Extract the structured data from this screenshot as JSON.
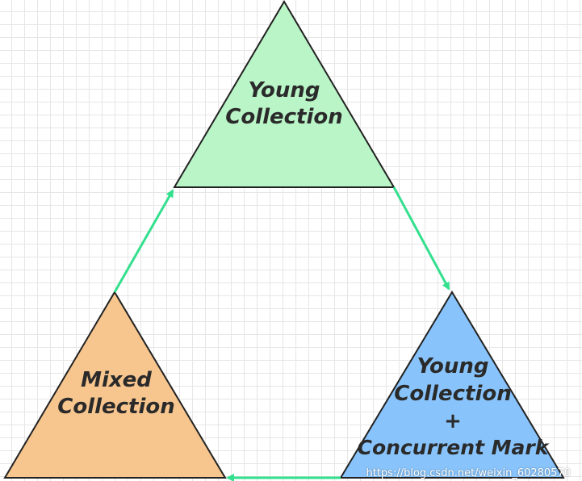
{
  "nodes": {
    "young": {
      "lines": [
        "Young",
        "Collection"
      ],
      "fill": "#baf5c7"
    },
    "young_concurrent": {
      "lines": [
        "Young",
        "Collection",
        "+",
        "Concurrent Mark"
      ],
      "fill": "#88c4fb"
    },
    "mixed": {
      "lines": [
        "Mixed",
        "Collection"
      ],
      "fill": "#f7c58e"
    }
  },
  "colors": {
    "arrow": "#33e08e",
    "outline": "#222222",
    "grid": "#e6e6e6"
  },
  "watermark": "https://blog.csdn.net/weixin_60280570"
}
